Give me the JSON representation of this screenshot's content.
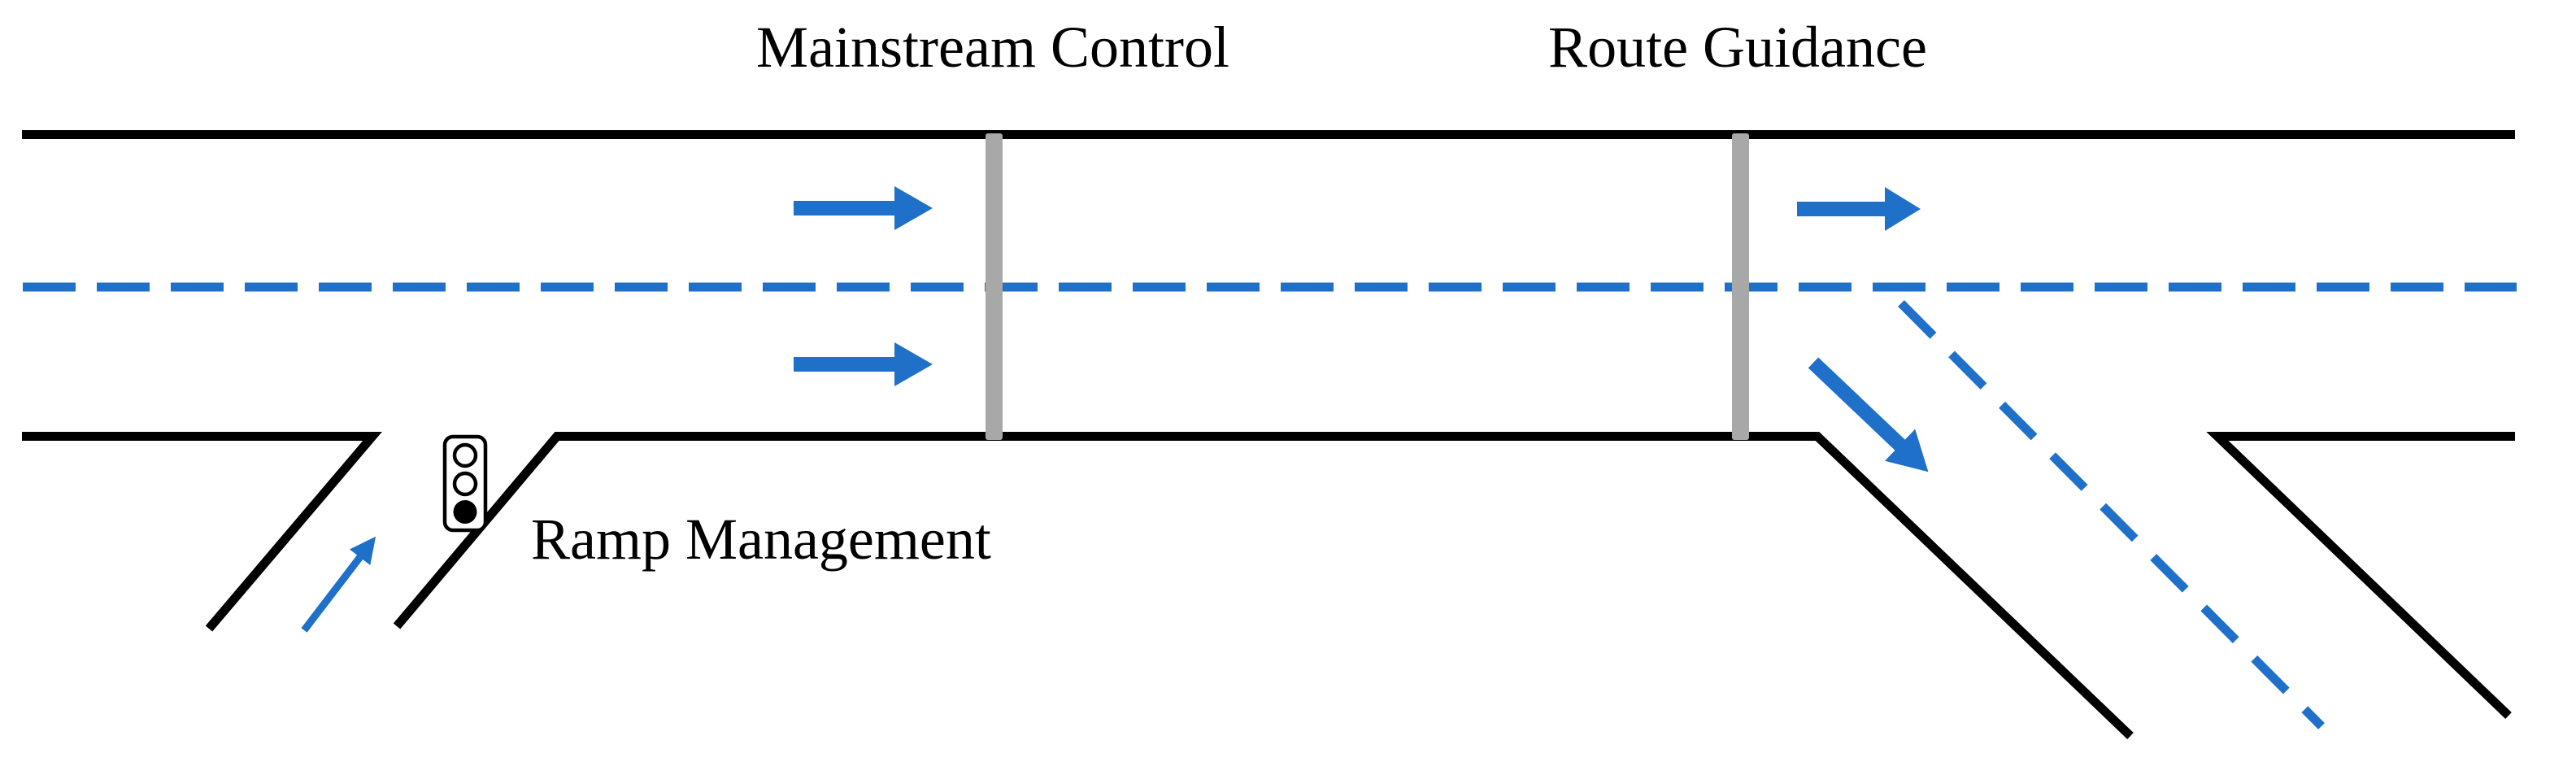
{
  "labels": {
    "mainstream_control": "Mainstream Control",
    "route_guidance": "Route Guidance",
    "ramp_management": "Ramp Management"
  },
  "colors": {
    "road_line": "#000000",
    "flow_blue": "#1F70C8",
    "gantry_gray": "#A8A8A8",
    "signal_outline": "#000000",
    "signal_active_fill": "#000000",
    "signal_inactive_fill": "#FFFFFF",
    "text": "#000000",
    "background": "#FFFFFF"
  }
}
